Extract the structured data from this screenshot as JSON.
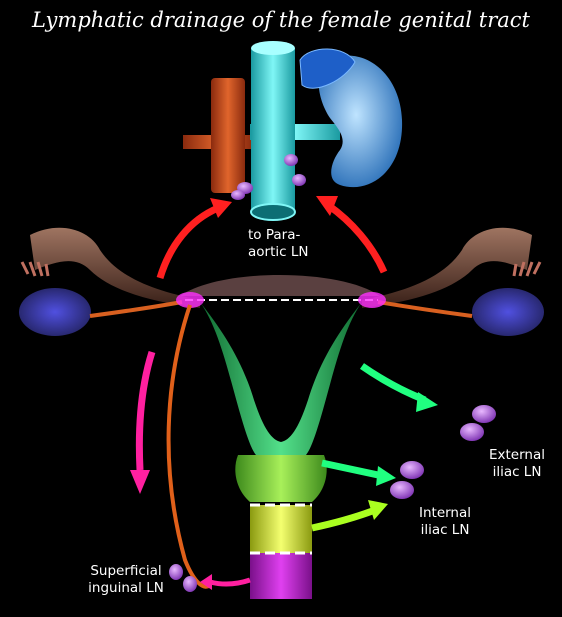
{
  "title": "Lymphatic drainage of the female genital tract",
  "labels": {
    "paraaortic": [
      "to Para-",
      "aortic LN"
    ],
    "external_iliac": [
      "External",
      "iliac LN"
    ],
    "internal_iliac": [
      "Internal",
      "iliac LN"
    ],
    "superficial_inguinal": [
      "Superficial",
      "inguinal LN"
    ]
  },
  "colors": {
    "background": "#000000",
    "aorta": "#d8572a",
    "vena_cava": "#38dde0",
    "kidney": "#5aa8e8",
    "lymph_node": "#b06ad8",
    "uterus": "#2ecc71",
    "cervix": "#8be34a",
    "upper_vagina": "#e6f24a",
    "lower_vagina": "#c026d3",
    "ovary": "#3b3bb3",
    "tube": "#7a5040",
    "arrow_paraaortic": "#ff2020",
    "arrow_external": "#20ff80",
    "arrow_internal": "#aaff20",
    "arrow_inguinal": "#ff20a0",
    "ligament": "#e0601a"
  }
}
